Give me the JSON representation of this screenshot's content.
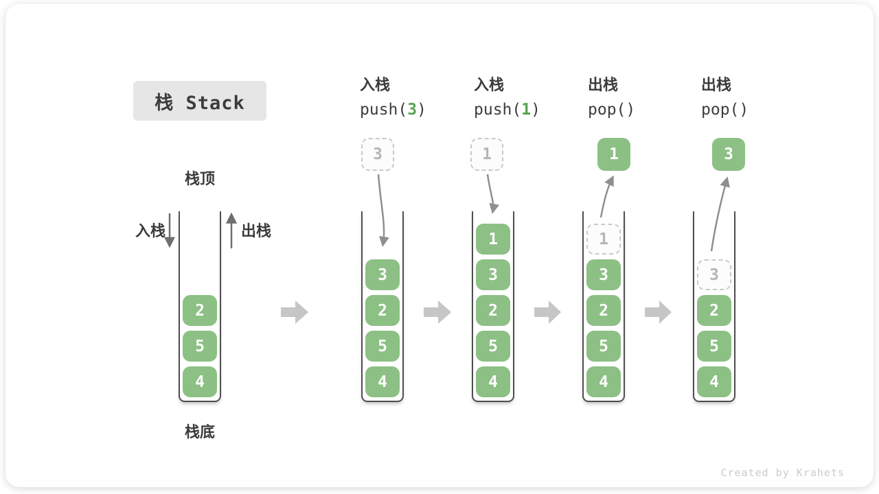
{
  "title": "栈 Stack",
  "side_labels": {
    "top": "栈顶",
    "bottom": "栈底",
    "push": "入栈",
    "pop": "出栈"
  },
  "watermark": "Created by Krahets",
  "colors": {
    "element_green": "#8cc084",
    "code_arg_green": "#55a352",
    "step_arrow_gray": "#c6c6c6",
    "curve_arrow_gray": "#8f8f8f",
    "dashed_border_gray": "#c9c9c9"
  },
  "states": [
    {
      "name": "initial",
      "items": [
        {
          "v": "2"
        },
        {
          "v": "5"
        },
        {
          "v": "4"
        }
      ]
    },
    {
      "name": "push-3",
      "op": {
        "label": "入栈",
        "pre": "push(",
        "arg": "3",
        "post": ")"
      },
      "floating": {
        "v": "3",
        "variant": "dashed"
      },
      "items": [
        {
          "v": "3"
        },
        {
          "v": "2"
        },
        {
          "v": "5"
        },
        {
          "v": "4"
        }
      ]
    },
    {
      "name": "push-1",
      "op": {
        "label": "入栈",
        "pre": "push(",
        "arg": "1",
        "post": ")"
      },
      "floating": {
        "v": "1",
        "variant": "dashed"
      },
      "items": [
        {
          "v": "1"
        },
        {
          "v": "3"
        },
        {
          "v": "2"
        },
        {
          "v": "5"
        },
        {
          "v": "4"
        }
      ]
    },
    {
      "name": "pop-1",
      "op": {
        "label": "出栈",
        "pre": "pop(",
        "arg": "",
        "post": ")"
      },
      "floating": {
        "v": "1",
        "variant": "solid"
      },
      "items": [
        {
          "v": "1",
          "variant": "dashed"
        },
        {
          "v": "3"
        },
        {
          "v": "2"
        },
        {
          "v": "5"
        },
        {
          "v": "4"
        }
      ]
    },
    {
      "name": "pop-3",
      "op": {
        "label": "出栈",
        "pre": "pop(",
        "arg": "",
        "post": ")"
      },
      "floating": {
        "v": "3",
        "variant": "solid"
      },
      "items": [
        {
          "v": "3",
          "variant": "dashed"
        },
        {
          "v": "2"
        },
        {
          "v": "5"
        },
        {
          "v": "4"
        }
      ]
    }
  ]
}
